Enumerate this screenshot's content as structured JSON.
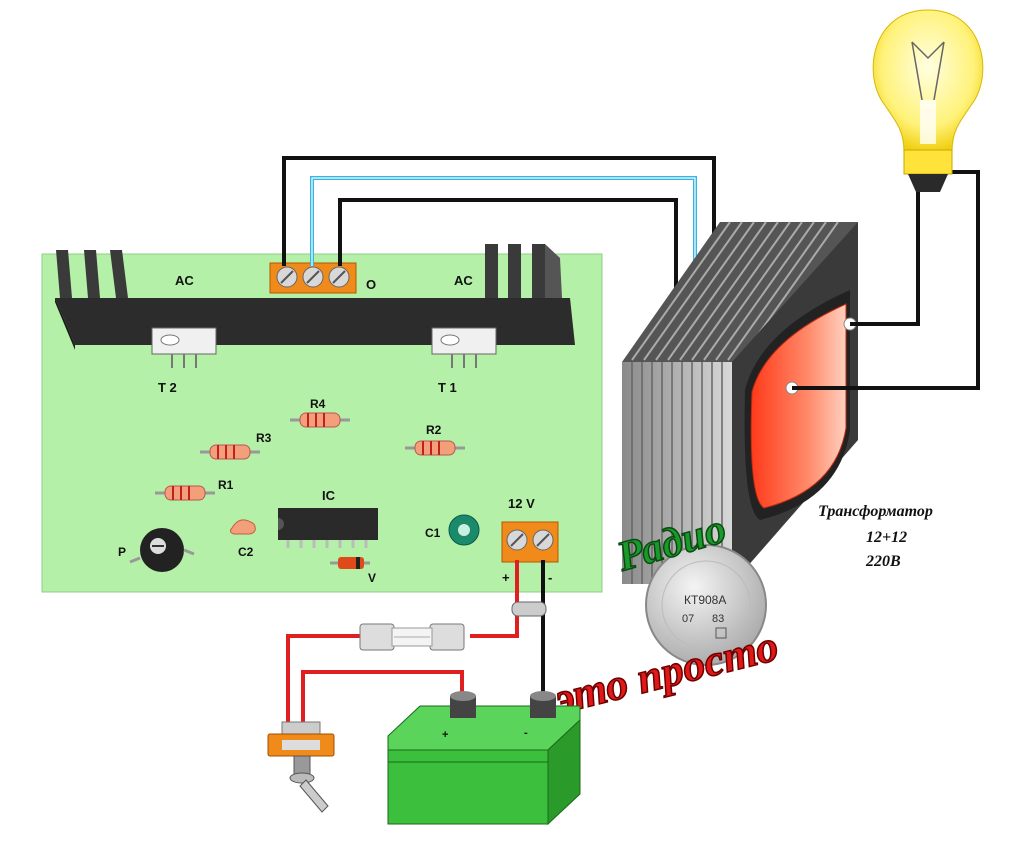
{
  "board": {
    "ac_left": "AC",
    "ac_right": "AC",
    "output_label": "O",
    "t2": "T 2",
    "t1": "T 1",
    "r1": "R1",
    "r2": "R2",
    "r3": "R3",
    "r4": "R4",
    "ic": "IC",
    "c1": "C1",
    "c2": "C2",
    "p": "P",
    "v": "V",
    "supply": "12 V",
    "plus": "+",
    "minus": "-"
  },
  "battery": {
    "plus": "+",
    "minus": "-"
  },
  "transformer": {
    "line1": "Трансформатор",
    "line2": "12+12",
    "line3": "220В"
  },
  "transistor": {
    "marking": "КТ908А",
    "code1": "07",
    "code2": "83"
  },
  "brand": {
    "word1": "Радио",
    "word2": "это просто"
  },
  "colors": {
    "pcb": "#b5f0a8",
    "heatsink": "#2c2c2c",
    "terminal": "#f08a1a",
    "battery": "#3cbf3c",
    "coil": "#ff5a3a",
    "wire_red": "#e02020",
    "wire_blue": "#33b5e5",
    "brand_green": "#1a9a2a",
    "brand_red": "#e01818"
  }
}
